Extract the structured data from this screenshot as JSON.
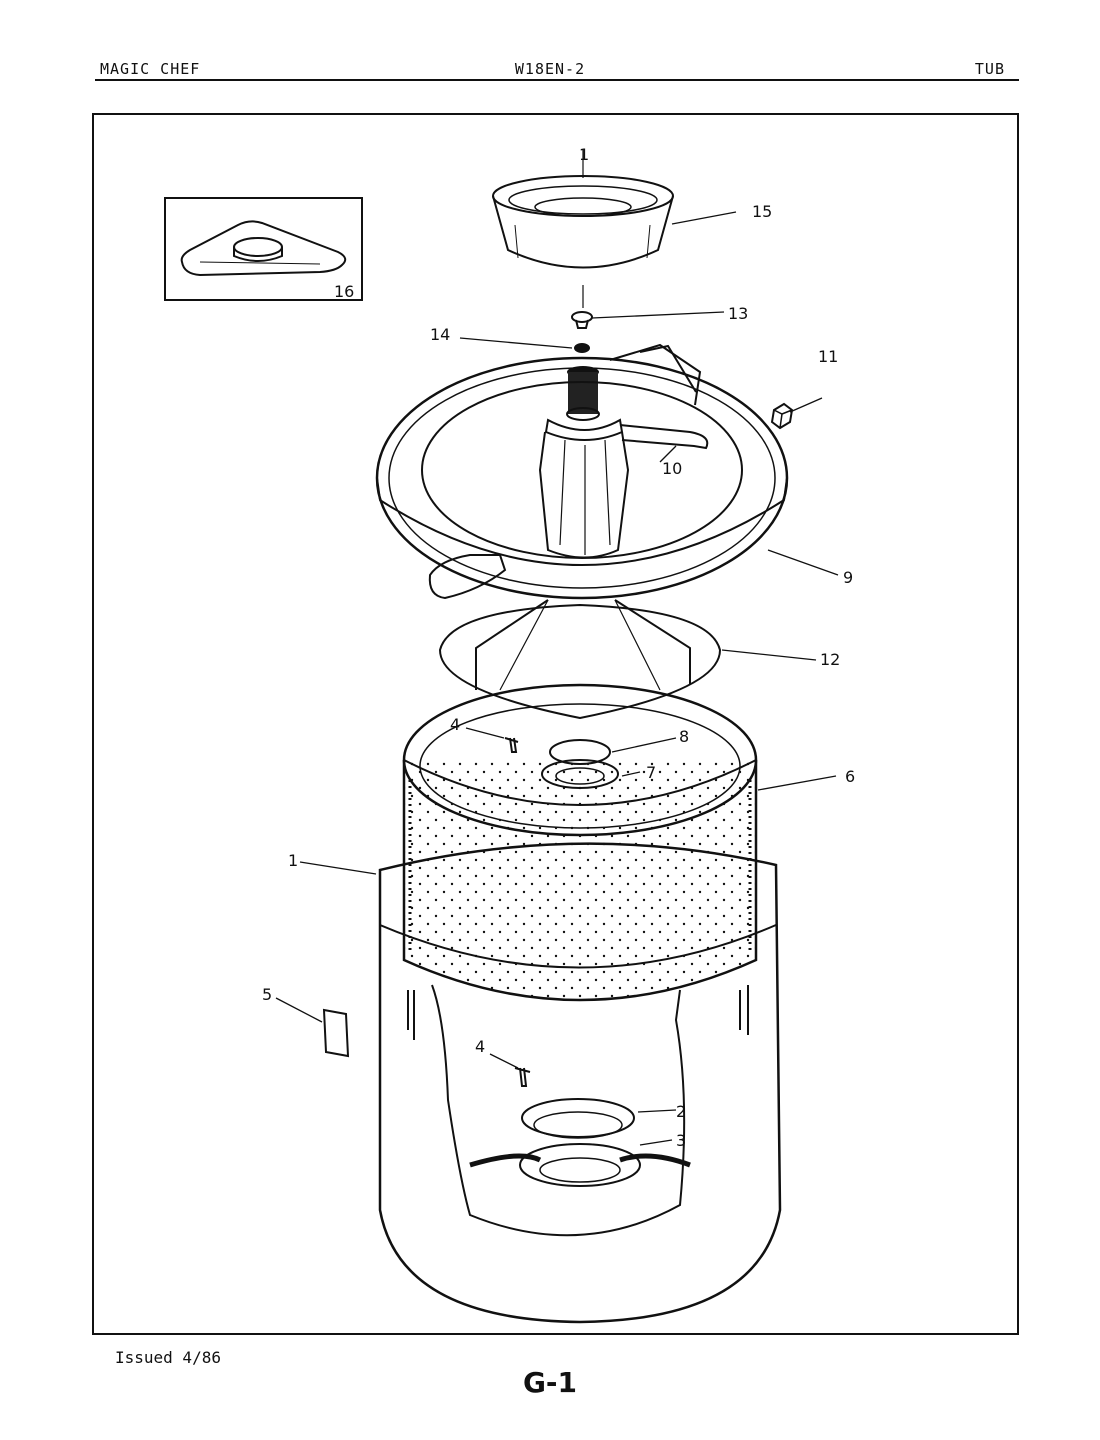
{
  "header": {
    "brand": "MAGIC CHEF",
    "model": "W18EN-2",
    "section": "TUB"
  },
  "footer": {
    "issued": "Issued 4/86",
    "page": "G-1"
  },
  "callouts": {
    "c1a": "1",
    "c15": "15",
    "c16": "16",
    "c13": "13",
    "c14": "14",
    "c11": "11",
    "c10": "10",
    "c9": "9",
    "c12": "12",
    "c4a": "4",
    "c8": "8",
    "c7": "7",
    "c6": "6",
    "c1b": "1",
    "c5": "5",
    "c4b": "4",
    "c2": "2",
    "c3": "3"
  }
}
